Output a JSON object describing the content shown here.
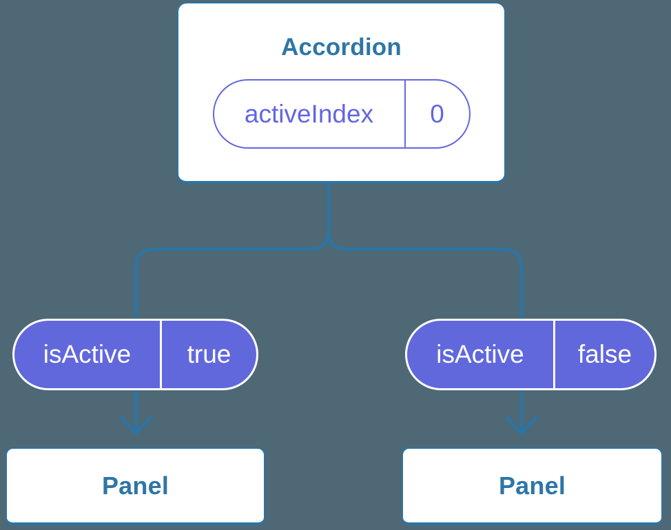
{
  "colors": {
    "canvas": "#4E6975",
    "line": "#2B74A6",
    "node-text": "#2E76A6",
    "purple": "#6366E0",
    "pill-fill": "#6168DC",
    "white": "#FFFFFF"
  },
  "tree": {
    "root": {
      "title": "Accordion",
      "state": {
        "name": "activeIndex",
        "value": "0"
      }
    },
    "children": [
      {
        "prop": {
          "name": "isActive",
          "value": "true"
        },
        "label": "Panel"
      },
      {
        "prop": {
          "name": "isActive",
          "value": "false"
        },
        "label": "Panel"
      }
    ]
  }
}
